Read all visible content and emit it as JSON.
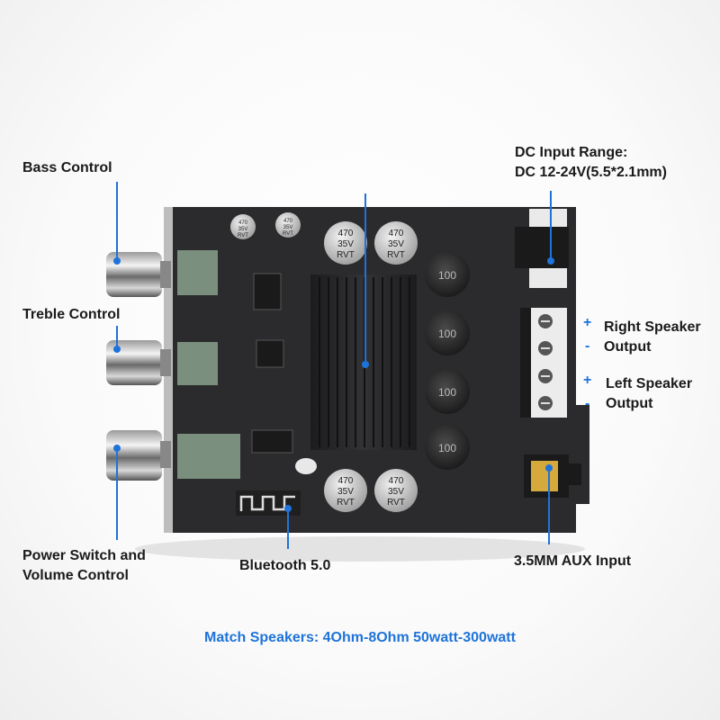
{
  "labels": {
    "bass": "Bass Control",
    "treble": "Treble Control",
    "power_line1": "Power Switch and",
    "power_line2": "Volume Control",
    "bluetooth": "Bluetooth 5.0",
    "dc_line1": "DC Input Range:",
    "dc_line2": "DC 12-24V(5.5*2.1mm)",
    "right_line1": "Right Speaker",
    "right_line2": "Output",
    "left_line1": "Left Speaker",
    "left_line2": "Output",
    "aux": "3.5MM AUX Input"
  },
  "symbols": {
    "plus": "+",
    "minus": "-"
  },
  "capacitor_text": {
    "value": "470",
    "voltage": "35V",
    "series": "RVT"
  },
  "inductor_text": "100",
  "small_cap_text": {
    "value": "470",
    "voltage": "35V",
    "series": "RVT"
  },
  "footer": "Match Speakers: 4Ohm-8Ohm  50watt-300watt",
  "colors": {
    "accent": "#1e73d9",
    "board": "#2b2b2d",
    "heatsink": "#222224"
  }
}
